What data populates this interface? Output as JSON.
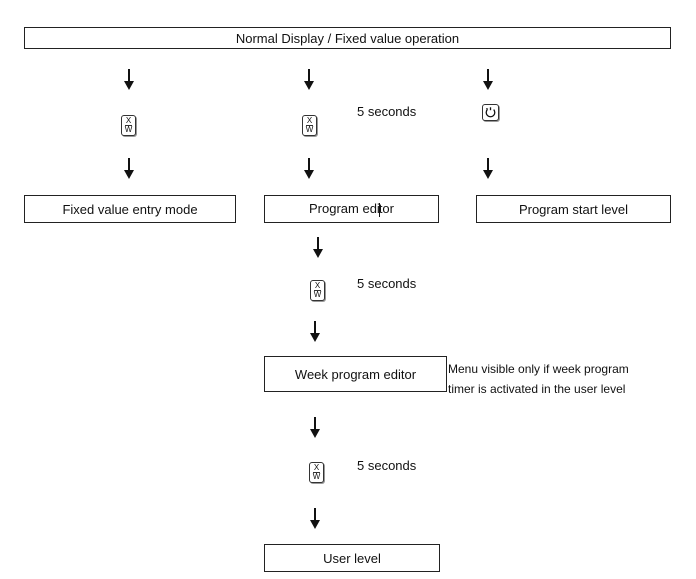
{
  "top_box": "Normal Display / Fixed value operation",
  "key": {
    "x_label": "X",
    "w_label": "W",
    "icon": "xw-key-icon"
  },
  "prog_key_icon": "program-start-key-icon",
  "delays": {
    "first": "5 seconds",
    "second": "5 seconds",
    "third": "5 seconds"
  },
  "boxes": {
    "fixed_value": "Fixed value entry mode",
    "program_editor_a": "Program edi",
    "program_editor_b": "tor",
    "program_start": "Program start level",
    "week_program": "Week program editor",
    "user_level": "User level"
  },
  "note": {
    "line1": "Menu visible only if week program",
    "line2": "timer is activated in the user level"
  }
}
